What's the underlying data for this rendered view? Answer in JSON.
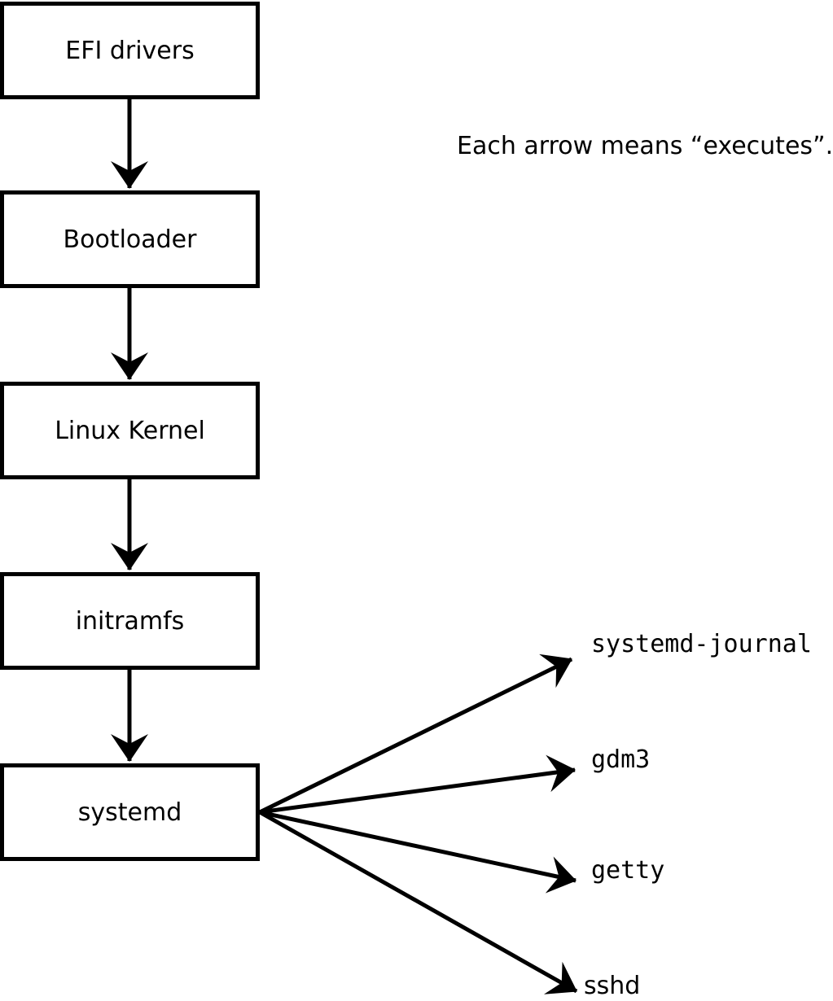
{
  "note": "Each arrow means “executes”.",
  "colors": {
    "line": "#000000",
    "background": "#ffffff",
    "text": "#000000"
  },
  "diagram": {
    "chain": [
      {
        "label": "EFI drivers"
      },
      {
        "label": "Bootloader"
      },
      {
        "label": "Linux Kernel"
      },
      {
        "label": "initramfs"
      },
      {
        "label": "systemd"
      }
    ],
    "spawned": [
      {
        "label": "systemd-journal"
      },
      {
        "label": "gdm3"
      },
      {
        "label": "getty"
      },
      {
        "label": "sshd"
      }
    ]
  }
}
